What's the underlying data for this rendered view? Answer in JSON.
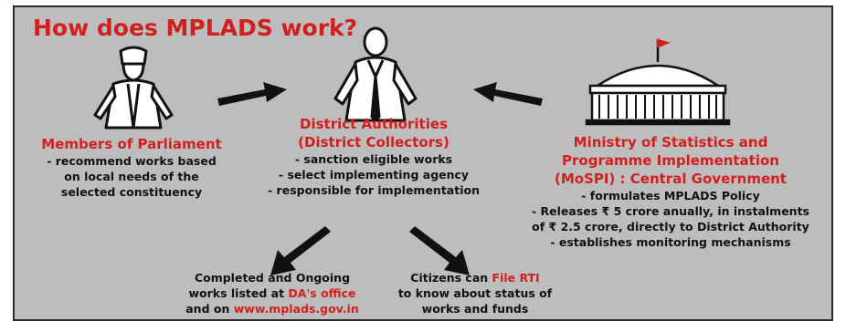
{
  "title": "How does MPLADS work?",
  "mp": {
    "heading": "Members of Parliament",
    "lines": [
      "- recommend works based",
      "on local needs of the",
      "selected constituency"
    ]
  },
  "da": {
    "heading_lines": [
      "District Authorities",
      "(District Collectors)"
    ],
    "lines": [
      "- sanction eligible works",
      "- select implementing agency",
      "- responsible for implementation"
    ]
  },
  "mospi": {
    "heading_lines": [
      "Ministry of Statistics and",
      "Programme Implementation",
      "(MoSPI) : Central Government"
    ],
    "lines": [
      "- formulates MPLADS Policy",
      "- Releases ₹ 5 crore anually, in instalments",
      "of ₹ 2.5 crore, directly to District Authority",
      "- establishes monitoring mechanisms"
    ]
  },
  "works": {
    "line1": "Completed and Ongoing",
    "line2_prefix": "works listed at ",
    "line2_red": "DA's office",
    "line3_prefix": "and on ",
    "line3_red": "www.mplads.gov.in"
  },
  "rti": {
    "line1_prefix": "Citizens can ",
    "line1_red": "File RTI",
    "line2": "to know about status of",
    "line3": "works and funds"
  },
  "colors": {
    "accent": "#d21f1f",
    "panel": "#bdbdbd",
    "ink": "#111111"
  }
}
